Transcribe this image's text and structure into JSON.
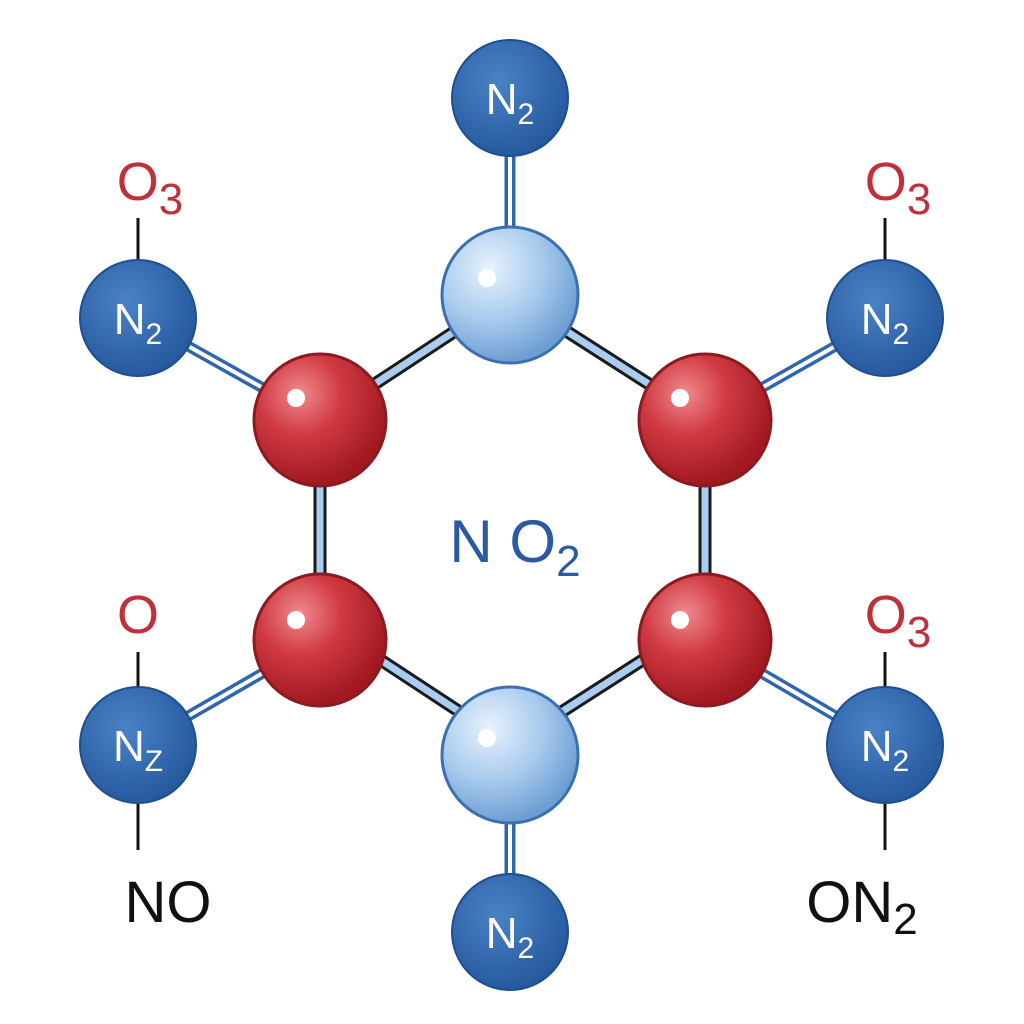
{
  "center_label": {
    "main": "N O",
    "sub": "2"
  },
  "outer_nodes": {
    "top": {
      "main": "N",
      "sub": "2"
    },
    "bottom": {
      "main": "N",
      "sub": "2"
    },
    "upper_left": {
      "main": "N",
      "sub": "2"
    },
    "upper_right": {
      "main": "N",
      "sub": "2"
    },
    "lower_left": {
      "main": "N",
      "sub": "Z"
    },
    "lower_right": {
      "main": "N",
      "sub": "2"
    }
  },
  "side_labels": {
    "upper_left": {
      "main": "O",
      "sub": "3"
    },
    "upper_right": {
      "main": "O",
      "sub": "3"
    },
    "lower_left_top": {
      "main": "O",
      "sub": ""
    },
    "lower_right_top": {
      "main": "O",
      "sub": "3"
    },
    "lower_left_bottom": {
      "main": "NO",
      "sub": ""
    },
    "lower_right_bottom": {
      "main": "ON",
      "sub": "2"
    }
  },
  "colors": {
    "dark_blue_atom": "#2f66ad",
    "light_blue_atom": "#9cc3ea",
    "red_atom": "#c42a33",
    "bond_blue": "#a9cdee",
    "bond_outline": "#1a1a1a",
    "label_red": "#c0303a",
    "label_blue": "#2a5aa0",
    "label_black": "#111111"
  }
}
